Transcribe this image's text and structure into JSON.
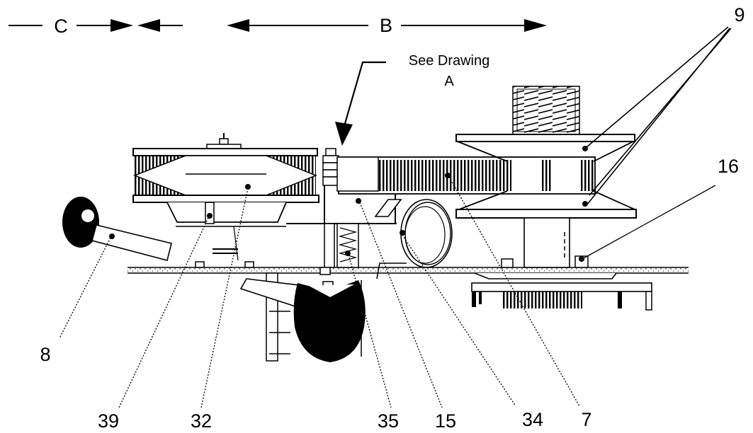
{
  "dimensions": {
    "c": "C",
    "b": "B"
  },
  "note": {
    "line1": "See Drawing",
    "line2": "A"
  },
  "callouts": {
    "c8": "8",
    "c39": "39",
    "c32": "32",
    "c35": "35",
    "c15": "15",
    "c34": "34",
    "c7": "7",
    "c9": "9",
    "c16": "16"
  }
}
